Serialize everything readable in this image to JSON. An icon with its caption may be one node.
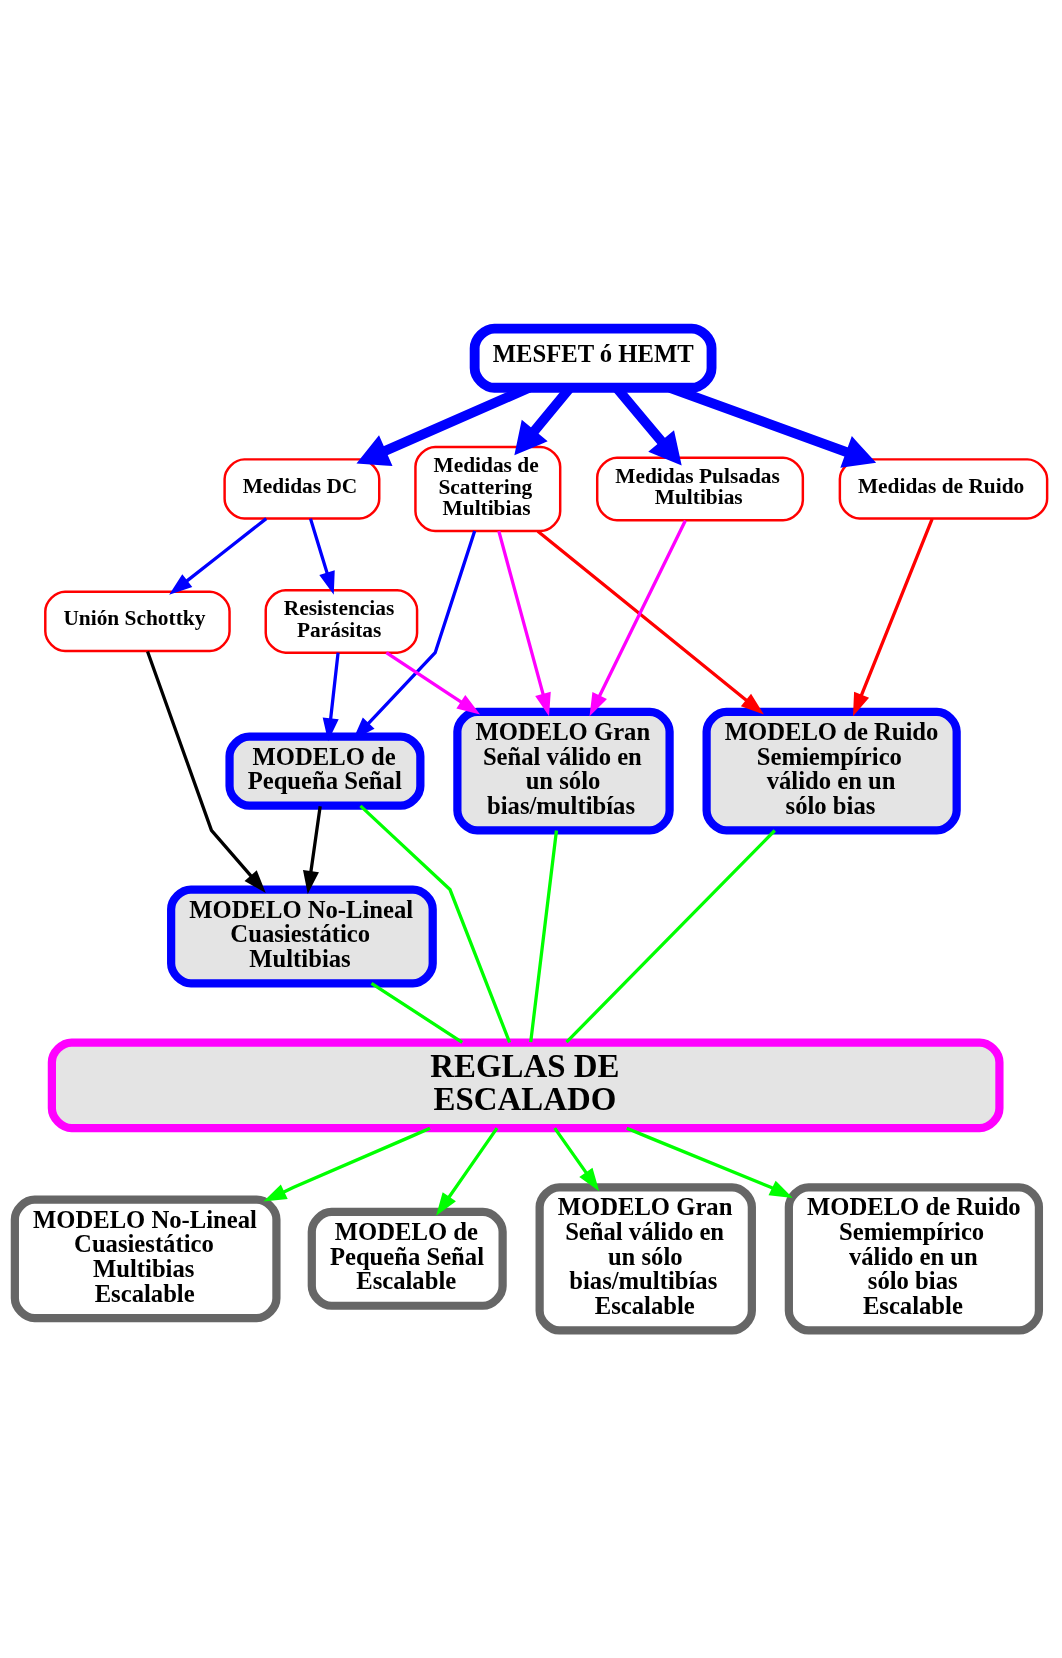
{
  "diagram": {
    "nodes": [
      {
        "text": [
          "MESFET ó HEMT"
        ]
      },
      {
        "text": [
          "Medidas DC"
        ]
      },
      {
        "text": [
          "Medidas de Scattering Multibias"
        ]
      },
      {
        "text": [
          "Medidas Pulsadas Multibias"
        ]
      },
      {
        "text": [
          "Medidas de Ruido"
        ]
      },
      {
        "text": [
          "Resistencias Parásitas"
        ]
      },
      {
        "text": [
          "Unión Schottky"
        ]
      },
      {
        "text": [
          "MODELO de Pequeña Señal"
        ]
      },
      {
        "text": [
          "MODELO Gran Señal válido en un sólo bias/multibías"
        ]
      },
      {
        "text": [
          "MODELO de Ruido Semiempírico válido en un sólo bias"
        ]
      },
      {
        "text": [
          "MODELO No-Lineal Cuasiestático Multibias"
        ]
      },
      {
        "text": [
          "REGLAS DE ESCALADO"
        ]
      },
      {
        "text": [
          "MODELO No-Lineal Cuasiestático Multibias Escalable"
        ]
      },
      {
        "text": [
          "MODELO de Pequeña Señal Escalable"
        ]
      },
      {
        "text": [
          "MODELO Gran Señal válido en un sólo bias/multibías Escalable"
        ]
      },
      {
        "text": [
          "MODELO de Ruido Semiempírico válido en un sólo bias Escalable"
        ]
      }
    ],
    "edges": [
      {
        "from": 0,
        "to": 1,
        "arrow": "to",
        "style": "thick",
        "color": "#0000ff"
      },
      {
        "from": 0,
        "to": 2,
        "arrow": "to",
        "style": "thick",
        "color": "#0000ff"
      },
      {
        "from": 0,
        "to": 3,
        "arrow": "to",
        "style": "thick",
        "color": "#0000ff"
      },
      {
        "from": 0,
        "to": 4,
        "arrow": "to",
        "style": "thick",
        "color": "#0000ff"
      },
      {
        "from": 1,
        "to": 5,
        "arrow": "to",
        "color": "#0000ff"
      },
      {
        "from": 1,
        "to": 6,
        "arrow": "to",
        "color": "#0000ff"
      },
      {
        "from": 5,
        "to": 7,
        "arrow": "to",
        "color": "#0000ff"
      },
      {
        "from": 2,
        "to": 7,
        "arrow": "to",
        "color": "#0000ff"
      },
      {
        "from": 5,
        "to": 8,
        "arrow": "to",
        "color": "#ff00ff"
      },
      {
        "from": 2,
        "to": 8,
        "arrow": "to",
        "color": "#ff00ff"
      },
      {
        "from": 3,
        "to": 8,
        "arrow": "to",
        "color": "#ff00ff"
      },
      {
        "from": 2,
        "to": 9,
        "arrow": "to",
        "color": "#ff0000"
      },
      {
        "from": 4,
        "to": 9,
        "arrow": "to",
        "color": "#ff0000"
      },
      {
        "from": 6,
        "to": 10,
        "arrow": "to",
        "color": "#000000"
      },
      {
        "from": 7,
        "to": 10,
        "arrow": "to",
        "color": "#000000"
      },
      {
        "from": 10,
        "to": 11,
        "arrow": "none",
        "color": "#00ff00"
      },
      {
        "from": 7,
        "to": 11,
        "arrow": "none",
        "color": "#00ff00"
      },
      {
        "from": 8,
        "to": 11,
        "arrow": "none",
        "color": "#00ff00"
      },
      {
        "from": 9,
        "to": 11,
        "arrow": "none",
        "color": "#00ff00"
      },
      {
        "from": 11,
        "to": 12,
        "arrow": "to",
        "color": "#00ff00"
      },
      {
        "from": 11,
        "to": 13,
        "arrow": "to",
        "color": "#00ff00"
      },
      {
        "from": 11,
        "to": 14,
        "arrow": "to",
        "color": "#00ff00"
      },
      {
        "from": 11,
        "to": 15,
        "arrow": "to",
        "color": "#00ff00"
      }
    ]
  }
}
